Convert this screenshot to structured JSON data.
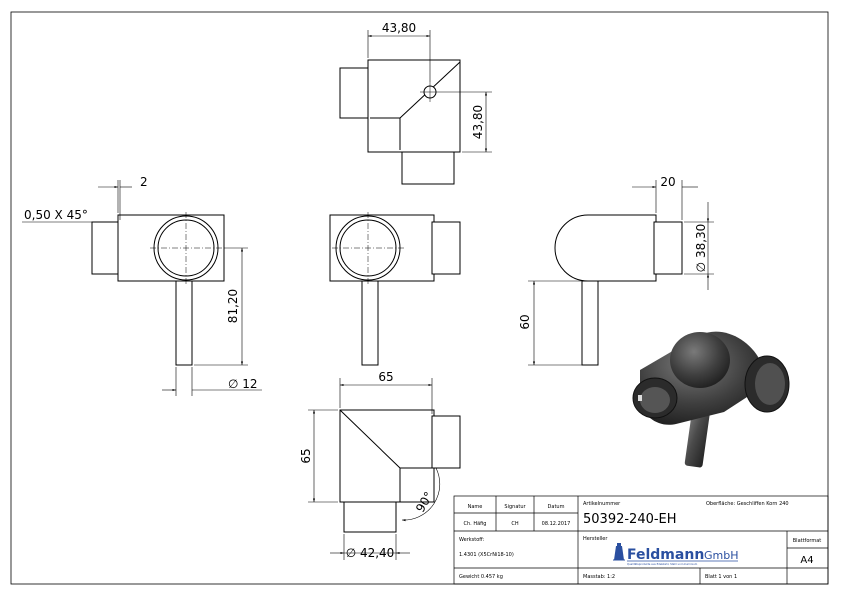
{
  "views": {
    "top": {
      "dim_width": "43,80",
      "dim_height": "43,80"
    },
    "front": {
      "dim_gap": "2",
      "dim_chamfer": "0,50 X 45°",
      "dim_post_length": "81,20",
      "dim_post_dia": "∅ 12"
    },
    "side": {
      "dim_width": "20",
      "dim_dia": "∅ 38,30",
      "dim_height": "60"
    },
    "bottom": {
      "dim_width": "65",
      "dim_height": "65",
      "dim_angle": "90°",
      "dim_dia": "∅ 42,40"
    }
  },
  "title_block": {
    "name_header": "Name",
    "signature_header": "Signatur",
    "date_header": "Datum",
    "name_value": "Ch. Häfig",
    "signature_value": "CH",
    "date_value": "08.12.2017",
    "material_label": "Werkstoff:",
    "material_value": "1.4301 (X5CrNi18-10)",
    "weight": "Gewicht 0.457 kg",
    "article_label": "Artikelnummer",
    "article_number": "50392-240-EH",
    "surface": "Oberfläche: Geschliffen Korn 240",
    "manufacturer_label": "Hersteller",
    "brand_name": "Feldmann",
    "brand_suffix": "GmbH",
    "brand_tagline": "Qualitätsprodukte aus Edelstahl, Stahl und Aluminium",
    "format_label": "Blattformat",
    "format_value": "A4",
    "scale": "Masstab: 1:2",
    "sheet": "Blatt 1 von 1"
  }
}
